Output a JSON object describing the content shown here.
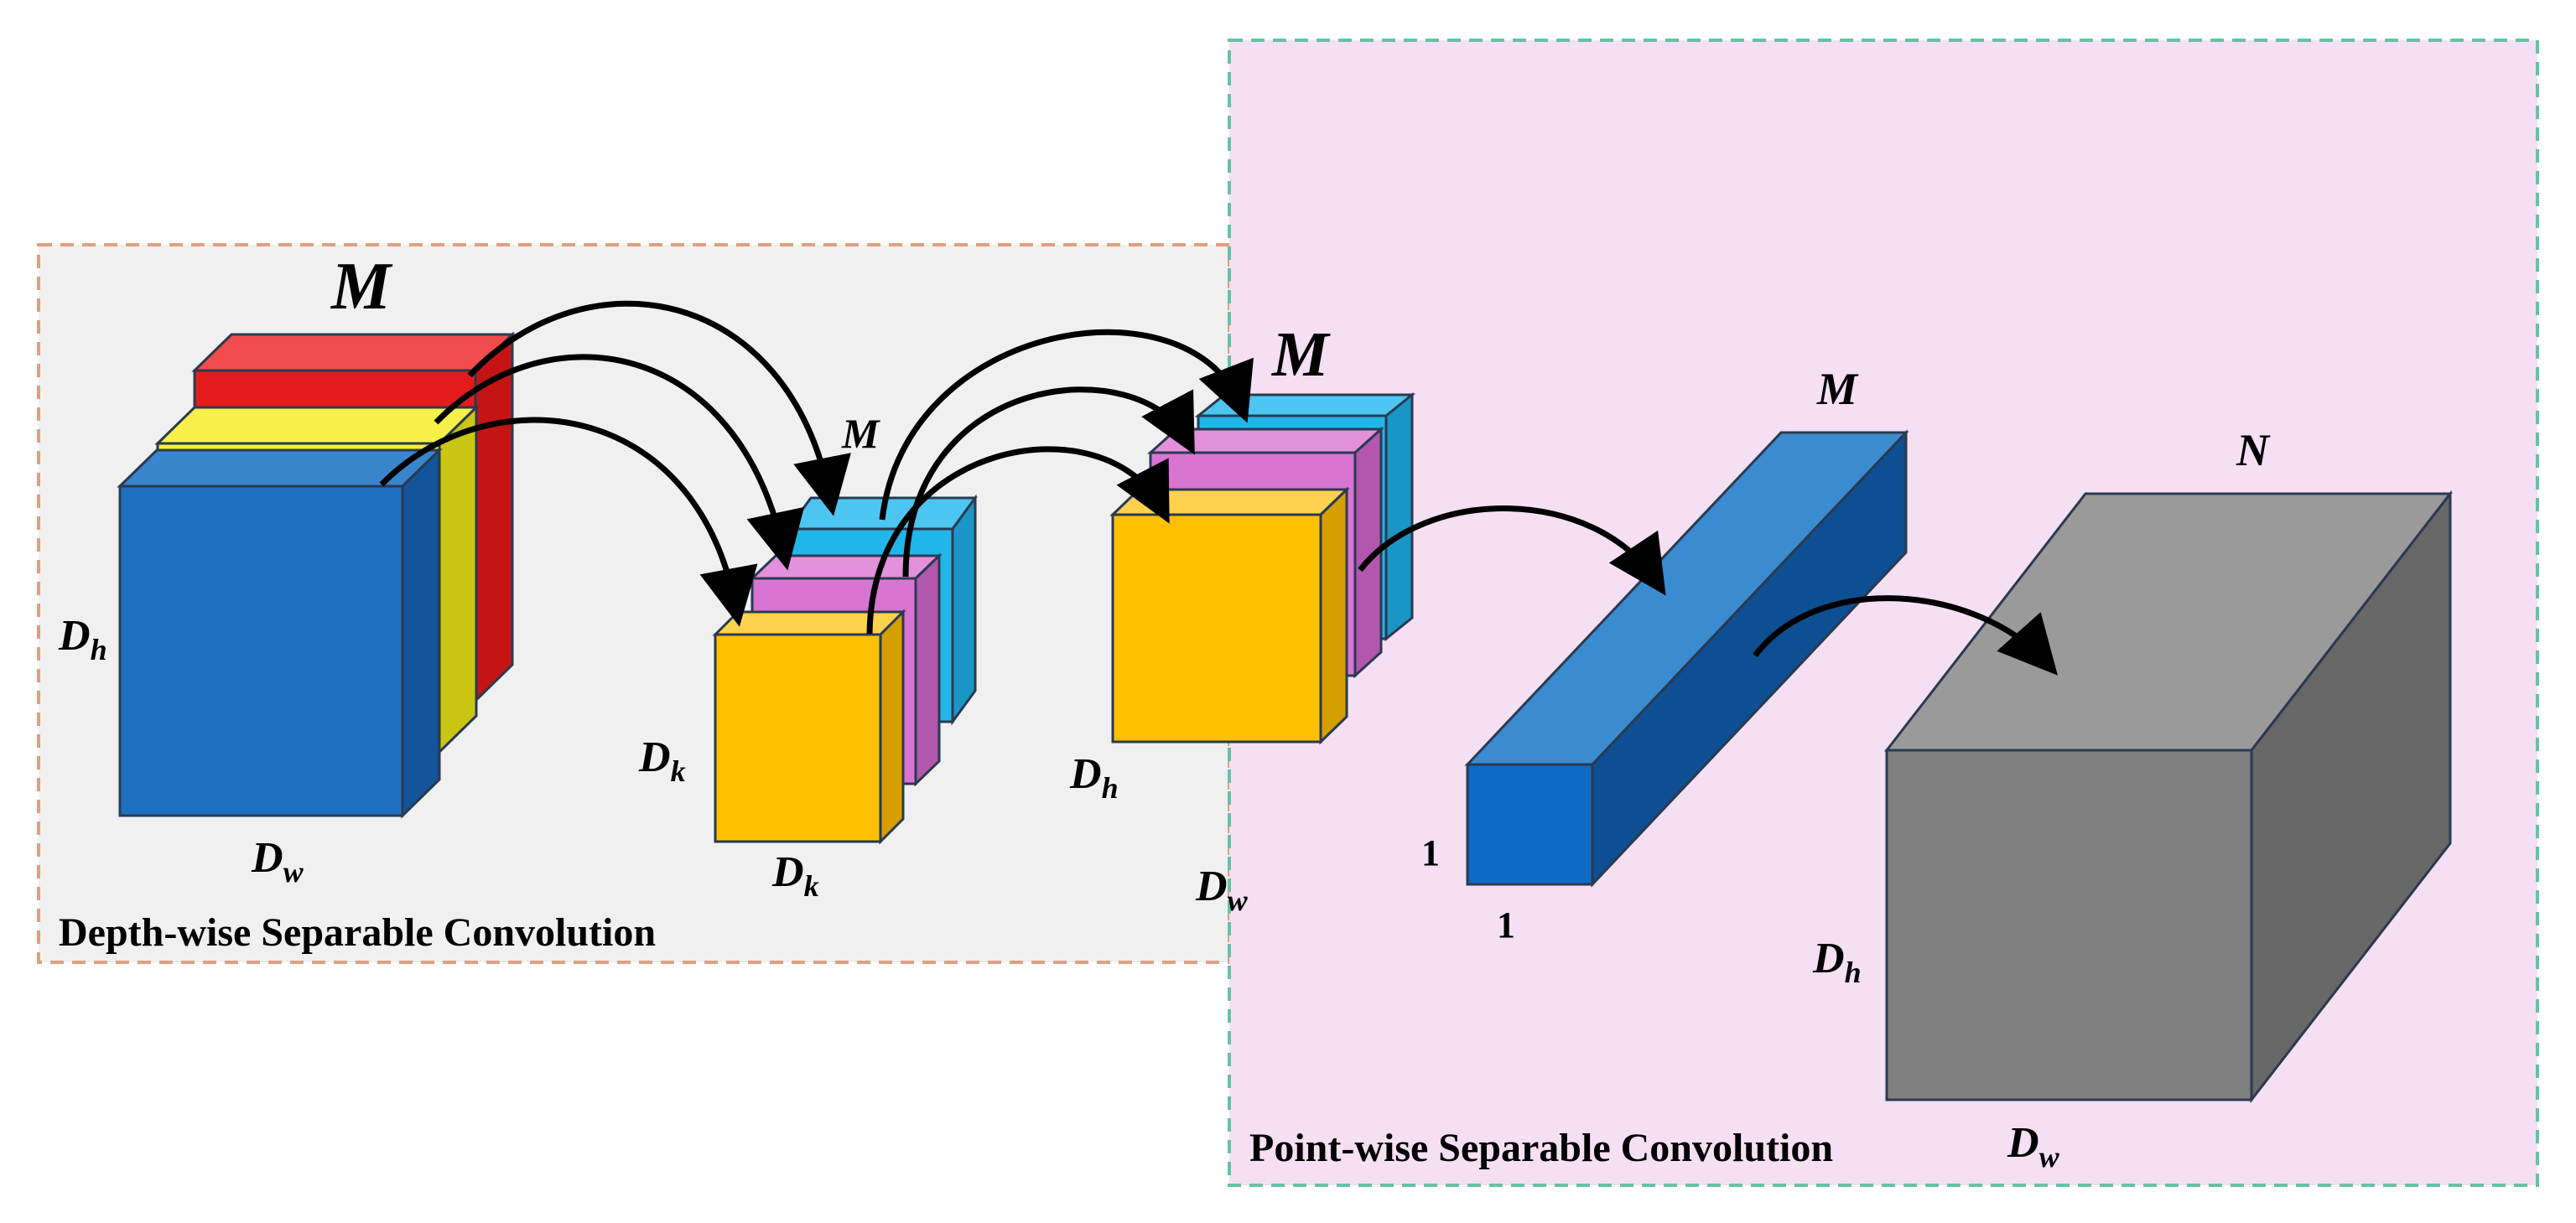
{
  "regions": {
    "depthwise": {
      "label": "Depth-wise Separable Convolution",
      "fill": "#f0f0f0",
      "border": "#e0a080"
    },
    "pointwise": {
      "label": "Point-wise Separable Convolution",
      "fill": "#f5dff2",
      "border": "#66c2a5"
    }
  },
  "labels": {
    "input_M": "M",
    "input_Dh_main": "D",
    "input_Dh_sub": "h",
    "input_Dw_main": "D",
    "input_Dw_sub": "w",
    "kernel_M": "M",
    "kernel_Dk_left_main": "D",
    "kernel_Dk_left_sub": "k",
    "kernel_Dk_bottom_main": "D",
    "kernel_Dk_bottom_sub": "k",
    "dw_out_M": "M",
    "dw_out_Dh_main": "D",
    "dw_out_Dh_sub": "h",
    "dw_out_Dw_main": "D",
    "dw_out_Dw_sub": "w",
    "pw_kernel_M": "M",
    "pw_kernel_one_v": "1",
    "pw_kernel_one_h": "1",
    "output_N": "N",
    "output_Dh_main": "D",
    "output_Dh_sub": "h",
    "output_Dw_main": "D",
    "output_Dw_sub": "w"
  },
  "colors": {
    "red": "#e21c1c",
    "yellow": "#f5f032",
    "blue": "#1d6fc0",
    "cyan": "#22b5ea",
    "violet": "#d874d2",
    "orange": "#ffc000",
    "gray": "#808080"
  }
}
